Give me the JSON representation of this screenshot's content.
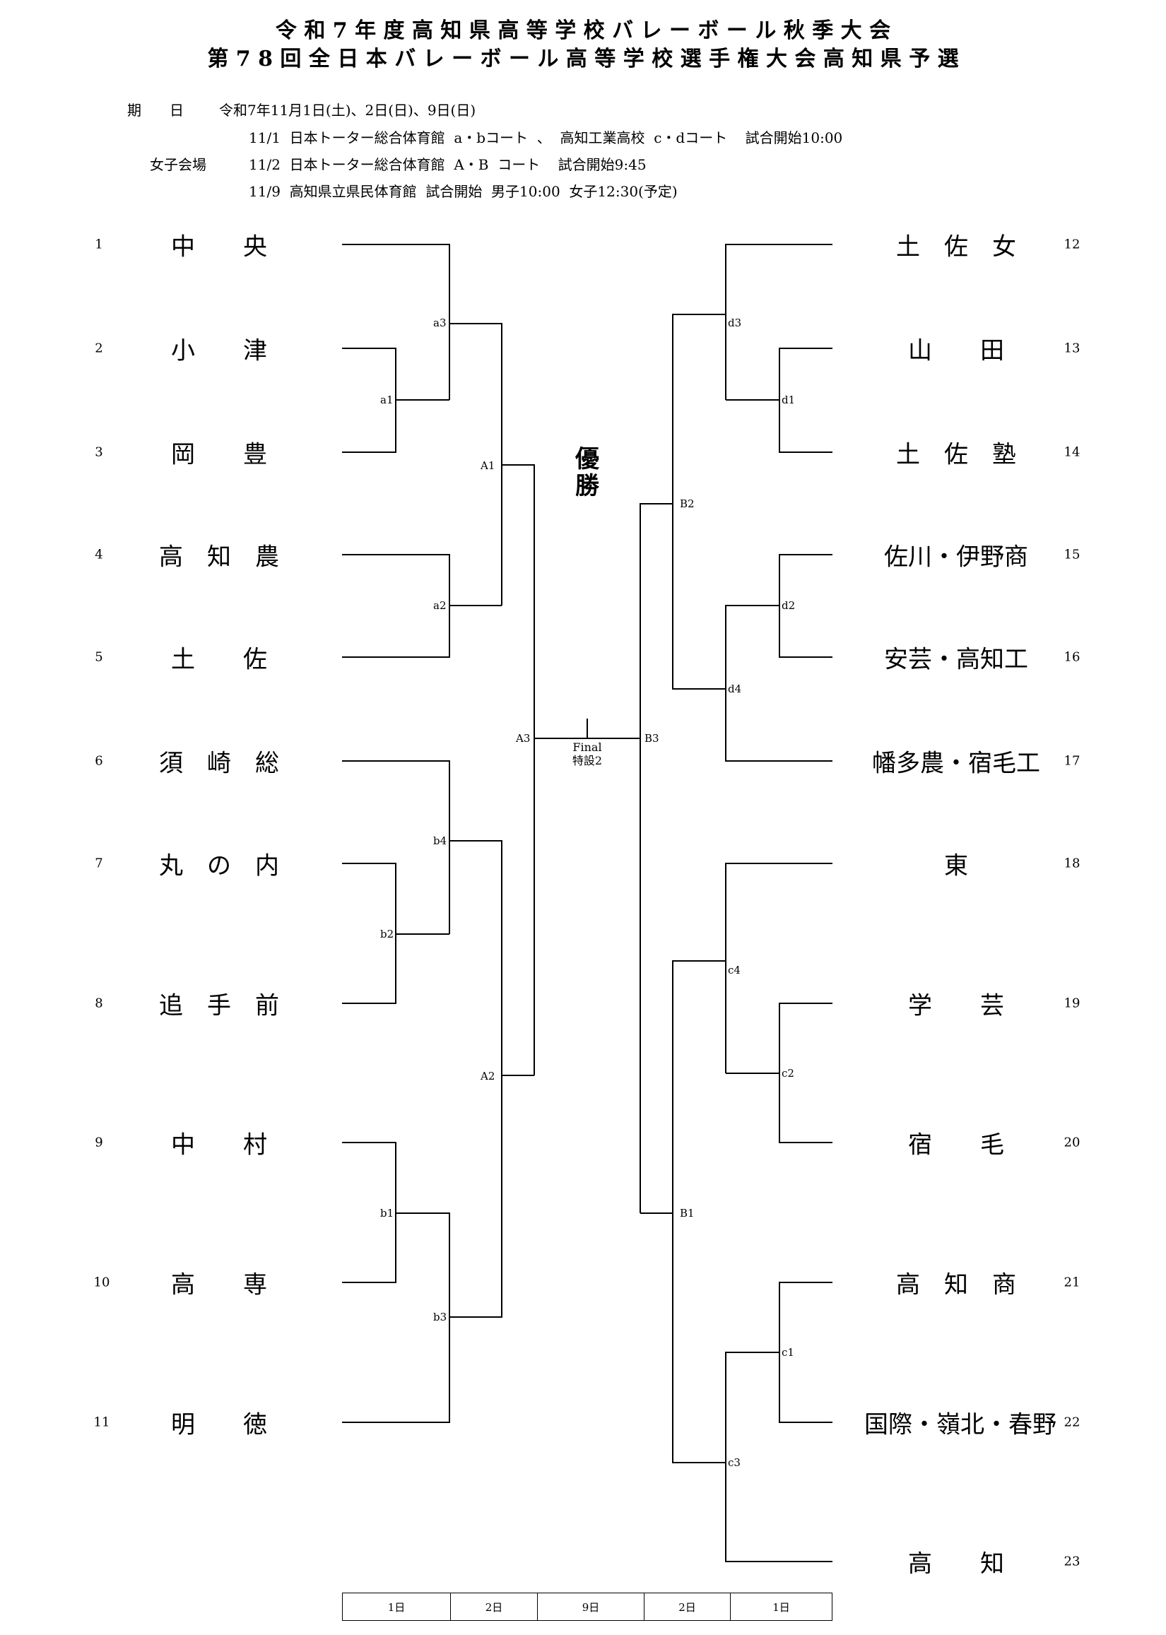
{
  "header": {
    "title_line1": "令 和 7 年 度 高 知 県 高 等 学 校 バ レ ー ボ ー ル 秋 季 大 会",
    "title_line2": "第 7 8 回 全 日 本 バ レ ー ボ ー ル 高 等 学 校 選 手 権 大 会 高 知 県 予 選"
  },
  "info": {
    "period_label": "期　　日",
    "period_value": "令和7年11月1日(土)、2日(日)、9日(日)",
    "line_1101": "11/1  日本トーター総合体育館  a・bコート  、  高知工業高校  c・dコート    試合開始10:00",
    "venue_label": "女子会場",
    "line_1102": "11/2  日本トーター総合体育館  A・B  コート    試合開始9:45",
    "line_1109": "11/9  高知県立県民体育館  試合開始  男子10:00  女子12:30(予定)"
  },
  "teams_left": [
    {
      "seed": "1",
      "name": "中　　央"
    },
    {
      "seed": "2",
      "name": "小　　津"
    },
    {
      "seed": "3",
      "name": "岡　　豊"
    },
    {
      "seed": "4",
      "name": "高　知　農"
    },
    {
      "seed": "5",
      "name": "土　　佐"
    },
    {
      "seed": "6",
      "name": "須　崎　総"
    },
    {
      "seed": "7",
      "name": "丸　の　内"
    },
    {
      "seed": "8",
      "name": "追　手　前"
    },
    {
      "seed": "9",
      "name": "中　　村"
    },
    {
      "seed": "10",
      "name": "高　　専"
    },
    {
      "seed": "11",
      "name": "明　　徳"
    }
  ],
  "teams_right": [
    {
      "seed": "12",
      "name": "土　佐　女"
    },
    {
      "seed": "13",
      "name": "山　　田"
    },
    {
      "seed": "14",
      "name": "土　佐　塾"
    },
    {
      "seed": "15",
      "name": "佐川・伊野商"
    },
    {
      "seed": "16",
      "name": "安芸・高知工"
    },
    {
      "seed": "17",
      "name": "幡多農・宿毛工"
    },
    {
      "seed": "18",
      "name": "東"
    },
    {
      "seed": "19",
      "name": "学　　芸"
    },
    {
      "seed": "20",
      "name": "宿　　毛"
    },
    {
      "seed": "21",
      "name": "高　知　商"
    },
    {
      "seed": "22",
      "name": "国際・嶺北・春野"
    },
    {
      "seed": "23",
      "name": "高　　知"
    }
  ],
  "matches": {
    "a1": "a1",
    "a2": "a2",
    "a3": "a3",
    "b1": "b1",
    "b2": "b2",
    "b3": "b3",
    "b4": "b4",
    "A1": "A1",
    "A2": "A2",
    "A3": "A3",
    "c1": "c1",
    "c2": "c2",
    "c3": "c3",
    "c4": "c4",
    "d1": "d1",
    "d2": "d2",
    "d3": "d3",
    "d4": "d4",
    "B1": "B1",
    "B2": "B2",
    "B3": "B3"
  },
  "champion": {
    "line1": "優",
    "line2": "勝"
  },
  "final": {
    "label": "Final",
    "court": "特設2"
  },
  "days": [
    "1日",
    "2日",
    "9日",
    "2日",
    "1日"
  ]
}
